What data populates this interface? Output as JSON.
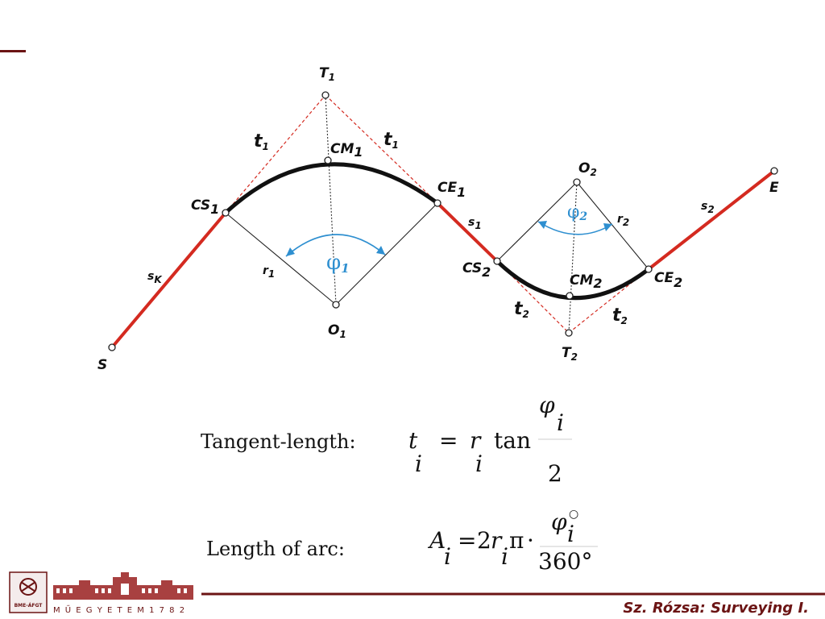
{
  "diagram": {
    "points": {
      "S": "S",
      "E": "E",
      "T1": "T",
      "T2": "T",
      "O1": "O",
      "O2": "O",
      "CS1": "CS",
      "CE1": "CE",
      "CM1": "CM",
      "CS2": "CS",
      "CE2": "CE",
      "CM2": "CM"
    },
    "segments": {
      "sK": "s",
      "s1": "s",
      "s2": "s"
    },
    "tangents": {
      "t": "t"
    },
    "radii": {
      "r": "r"
    },
    "angles": {
      "phi": "φ"
    },
    "subscripts": {
      "one": "1",
      "two": "2",
      "K": "K"
    },
    "colors": {
      "straight": "#d42a20",
      "arc": "#111111",
      "tangent": "#d42a20",
      "angle": "#2e8fd0",
      "brand": "#6b1414"
    }
  },
  "formulas": {
    "tangent_label": "Tangent-length:",
    "arc_label": "Length of arc:",
    "t": "t",
    "r": "r",
    "i": "i",
    "tan": "tan",
    "eq": "=",
    "two": "2",
    "phi": "φ",
    "A": "A",
    "pi": "π",
    "dot": "·",
    "deg": "360°",
    "circ": "○"
  },
  "footer": {
    "author": "Sz. Rózsa: Surveying I.",
    "logo_caption": "M Ű E G Y E T E M   1 7 8 2",
    "logo_badge": "BME-ÁFGT"
  }
}
